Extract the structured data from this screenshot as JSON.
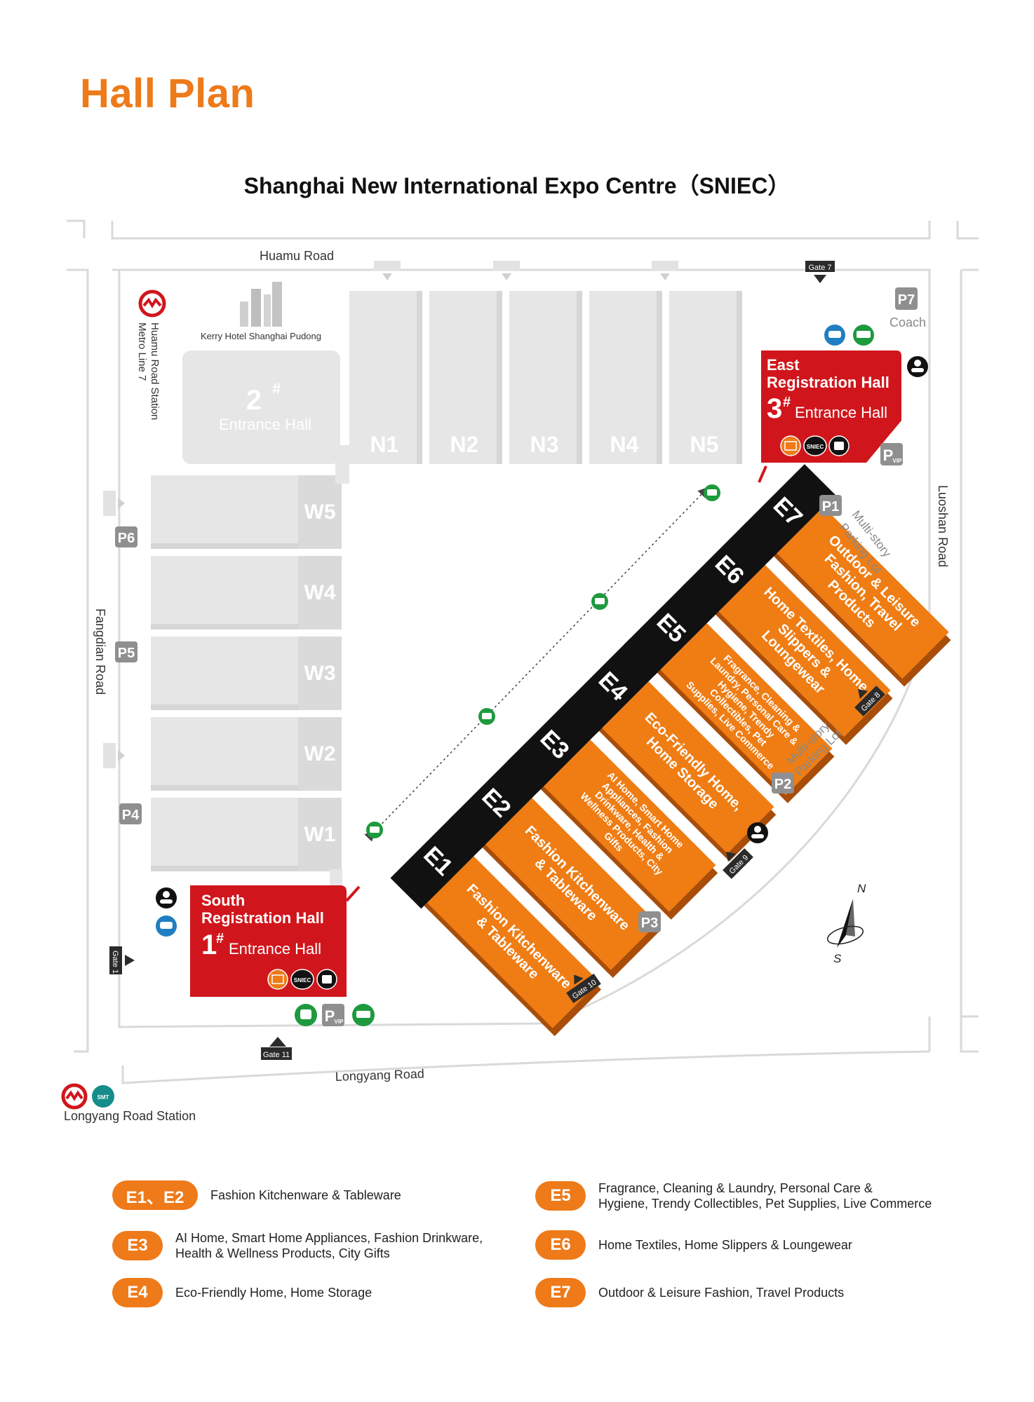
{
  "header": {
    "title": "Hall Plan",
    "venue": "Shanghai New International Expo Centre（SNIEC）"
  },
  "colors": {
    "accent": "#ee7a1a",
    "hall_orange": "#ef7d14",
    "hall_shadow": "#a84d0a",
    "registration_red": "#d0161c",
    "gray_hall": "#e6e6e6",
    "gray_label": "#c2c2c2",
    "dark": "#111111",
    "green": "#1e9a3e",
    "blue": "#1f7fc1"
  },
  "roads": {
    "north": "Huamu Road",
    "south": "Longyang Road",
    "west": "Fangdian Road",
    "east": "Luoshan Road"
  },
  "stations": {
    "north_metro": "Huamu Road Station",
    "north_metro_line": "Metro Line 7",
    "south": "Longyang Road Station",
    "maglev_badge": "SMT"
  },
  "landmarks": {
    "hotel": "Kerry Hotel Shanghai Pudong"
  },
  "entrance_hall_2": {
    "number": "2",
    "label": "Entrance Hall"
  },
  "north_halls": [
    "N1",
    "N2",
    "N3",
    "N4",
    "N5"
  ],
  "west_halls": [
    "W5",
    "W4",
    "W3",
    "W2",
    "W1"
  ],
  "east_halls": [
    {
      "id": "E1",
      "product": "Fashion Kitchenware & Tableware"
    },
    {
      "id": "E2",
      "product": "Fashion Kitchenware & Tableware"
    },
    {
      "id": "E3",
      "product": "AI Home, Smart Home Appliances, Fashion Drinkware, Health & Wellness Products, City Gifts"
    },
    {
      "id": "E4",
      "product": "Eco-Friendly Home, Home Storage"
    },
    {
      "id": "E5",
      "product": "Fragrance, Cleaning & Laundry, Personal Care & Hygiene, Trendy Collectibles, Pet Supplies, Live Commerce"
    },
    {
      "id": "E6",
      "product": "Home Textiles, Home Slippers & Loungewear"
    },
    {
      "id": "E7",
      "product": "Outdoor & Leisure Fashion, Travel Products"
    }
  ],
  "registration": {
    "east": {
      "line1": "East",
      "line2": "Registration Hall",
      "number": "3",
      "label": "Entrance Hall"
    },
    "south": {
      "line1": "South",
      "line2": "Registration Hall",
      "number": "1",
      "label": "Entrance Hall"
    },
    "sniec_badge": "SNIEC",
    "hash": "#"
  },
  "gates": {
    "g1": "Gate 1",
    "g7": "Gate 7",
    "g8": "Gate 8",
    "g9": "Gate 9",
    "g10": "Gate 10",
    "g11": "Gate 11"
  },
  "parking": {
    "p1": "P1",
    "p2": "P2",
    "p3": "P3",
    "p4": "P4",
    "p5": "P5",
    "p6": "P6",
    "p7": "P7",
    "coach": "Coach",
    "vip": "VIP",
    "p_letter": "P",
    "multi_story": "Multi-story",
    "parking_lot": "Parking Lot"
  },
  "compass": {
    "north": "N",
    "south": "S"
  },
  "legend": [
    {
      "code": "E1、E2",
      "lines": [
        "Fashion Kitchenware & Tableware"
      ]
    },
    {
      "code": "E3",
      "lines": [
        "AI Home, Smart Home Appliances, Fashion Drinkware,",
        "Health & Wellness Products,  City Gifts"
      ]
    },
    {
      "code": "E4",
      "lines": [
        "Eco-Friendly Home, Home Storage"
      ]
    },
    {
      "code": "E5",
      "lines": [
        "Fragrance, Cleaning & Laundry, Personal Care &",
        "Hygiene, Trendy Collectibles, Pet Supplies, Live Commerce"
      ]
    },
    {
      "code": "E6",
      "lines": [
        "Home Textiles, Home Slippers & Loungewear"
      ]
    },
    {
      "code": "E7",
      "lines": [
        "Outdoor & Leisure Fashion, Travel Products"
      ]
    }
  ]
}
